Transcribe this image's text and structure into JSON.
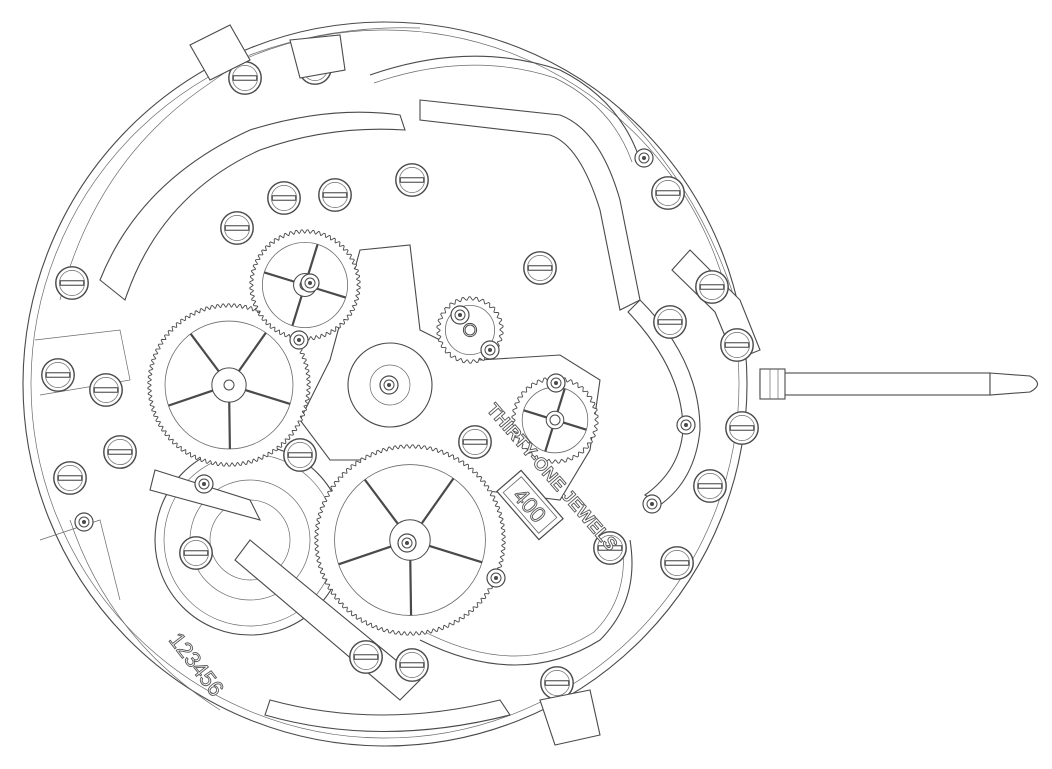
{
  "engravings": {
    "jewels": "THIRTY-ONE JEWELS",
    "caliber": "400",
    "serial": "123456"
  },
  "colors": {
    "line": "#4a4a4a",
    "background": "#ffffff"
  },
  "icons": [
    "screw-head-icon",
    "gear-wheel-icon",
    "jewel-bearing-icon",
    "winding-stem-icon"
  ]
}
